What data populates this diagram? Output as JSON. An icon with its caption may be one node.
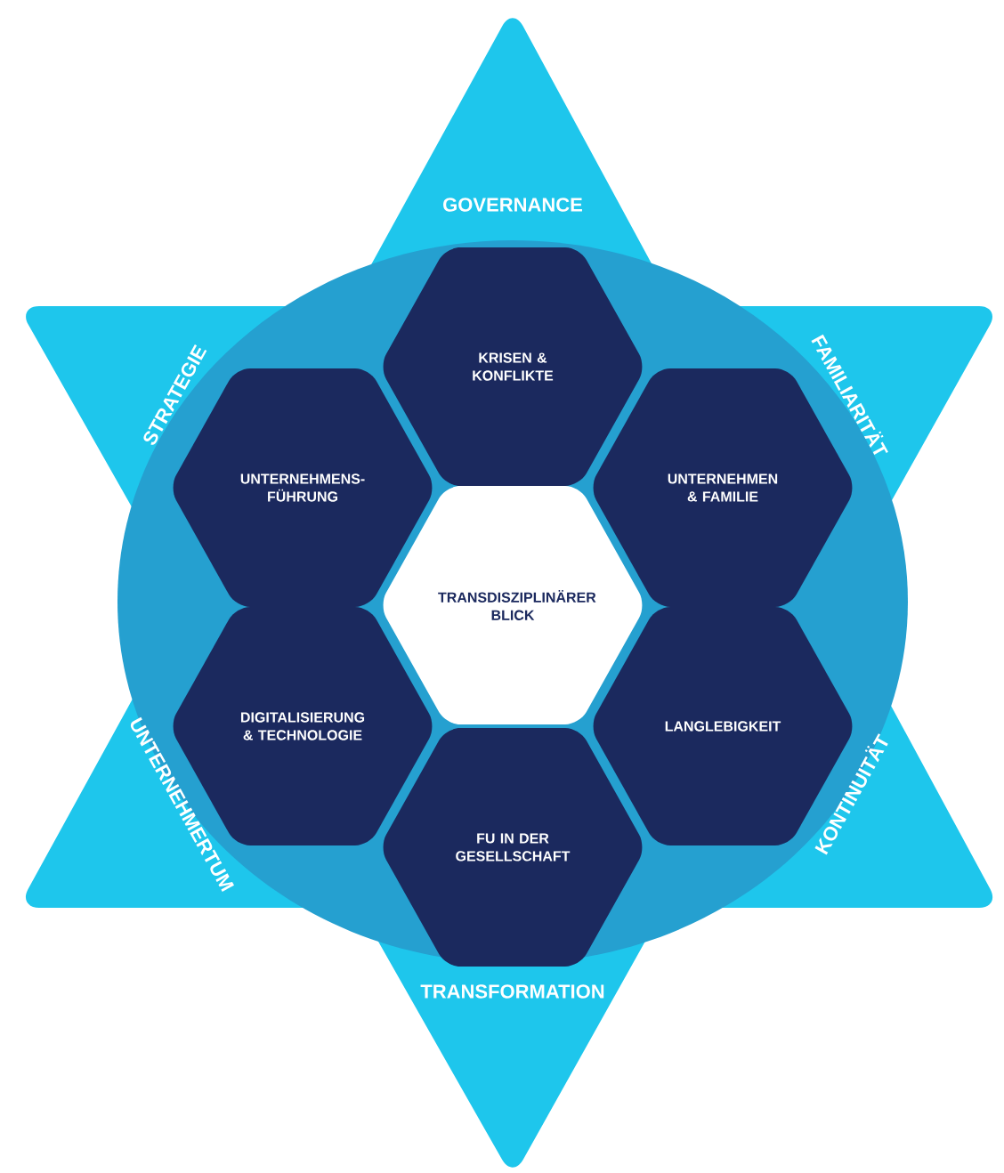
{
  "diagram": {
    "nodes": [
      {
        "text": [
          "TRANSDISZIPLINÄRER BLICK"
        ]
      },
      {
        "text": [
          "KRISEN & KONFLIKTE"
        ]
      },
      {
        "text": [
          "UNTERNEHMENS- FÜHRUNG"
        ]
      },
      {
        "text": [
          "UNTERNEHMEN & FAMILIE"
        ]
      },
      {
        "text": [
          "DIGITALISIERUNG & TECHNOLOGIE"
        ]
      },
      {
        "text": [
          "LANGLEBIGKEIT"
        ]
      },
      {
        "text": [
          "FU IN DER GESELLSCHAFT"
        ]
      }
    ],
    "labels": [
      "GOVERNANCE",
      "STRATEGIE",
      "FAMILIARITÄT",
      "UNTERNEHMERTUM",
      "KONTINUITÄT",
      "TRANSFORMATION"
    ]
  }
}
